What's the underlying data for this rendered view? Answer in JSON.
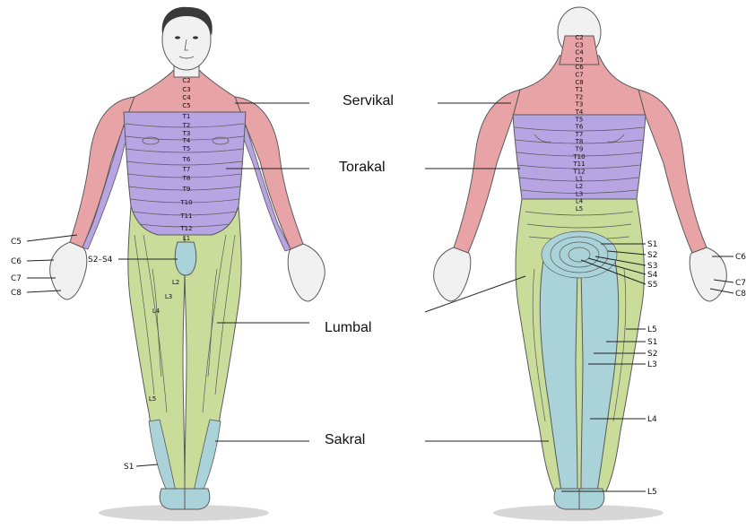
{
  "regions": {
    "cervical": "Servikal",
    "thoracic": "Torakal",
    "lumbar": "Lumbal",
    "sacral": "Sakral"
  },
  "colors": {
    "cervical": "#e8a3a6",
    "thoracic": "#b7a5e3",
    "lumbar": "#c9dc9a",
    "sacral": "#a9d3d8",
    "skin": "#f1f1f1",
    "line": "#5a5a5a"
  },
  "front": {
    "spine": [
      "C2",
      "C3",
      "C4",
      "C5",
      "T1",
      "T2",
      "T3",
      "T4",
      "T5",
      "T6",
      "T7",
      "T8",
      "T9",
      "T10",
      "T11",
      "T12",
      "L1"
    ],
    "side_labels": {
      "c5": "C5",
      "c6": "C6",
      "c7": "C7",
      "c8": "C8",
      "s2s4": "S2–S4",
      "l2": "L2",
      "l3": "L3",
      "l4": "L4",
      "l5": "L5",
      "s1": "S1"
    }
  },
  "back": {
    "spine": [
      "C2",
      "C3",
      "C4",
      "C5",
      "C6",
      "C7",
      "C8",
      "T1",
      "T2",
      "T3",
      "T4",
      "T5",
      "T6",
      "T7",
      "T8",
      "T9",
      "T10",
      "T11",
      "T12",
      "L1",
      "L2",
      "L3",
      "L4",
      "L5"
    ],
    "right_labels": {
      "s1": "S1",
      "s2": "S2",
      "s3": "S3",
      "s4": "S4",
      "s5": "S5",
      "c6": "C6",
      "c7": "C7",
      "c8": "C8",
      "l5a": "L5",
      "s1b": "S1",
      "s2b": "S2",
      "l3": "L3",
      "l4": "L4",
      "l5b": "L5"
    }
  }
}
